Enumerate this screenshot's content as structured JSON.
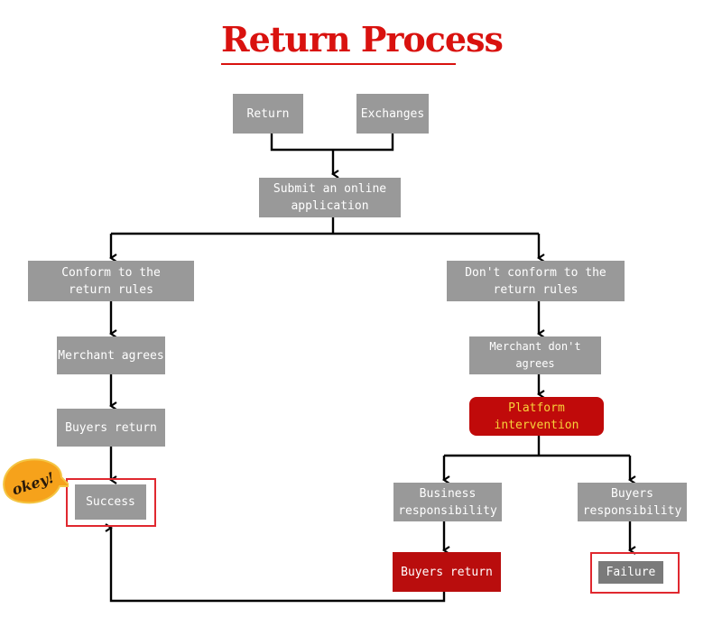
{
  "title": "Return Process",
  "badge": "okey!",
  "nodes": {
    "return": "Return",
    "exchanges": "Exchanges",
    "submit": "Submit an online\napplication",
    "conform": "Conform to the\nreturn rules",
    "not_conform": "Don't conform to the\nreturn rules",
    "merchant_agrees": "Merchant agrees",
    "merchant_dont": "Merchant don't agrees",
    "platform": "Platform\nintervention",
    "buyers_return_left": "Buyers return",
    "business_resp": "Business\nresponsibility",
    "buyers_resp": "Buyers\nresponsibility",
    "success": "Success",
    "buyers_return_red": "Buyers return",
    "failure": "Failure"
  },
  "colors": {
    "title": "#d9120f",
    "node": "#999999",
    "highlight": "#b90d0d",
    "platform_text": "#f7d23a",
    "frame": "#e0282f",
    "line": "#000000"
  }
}
